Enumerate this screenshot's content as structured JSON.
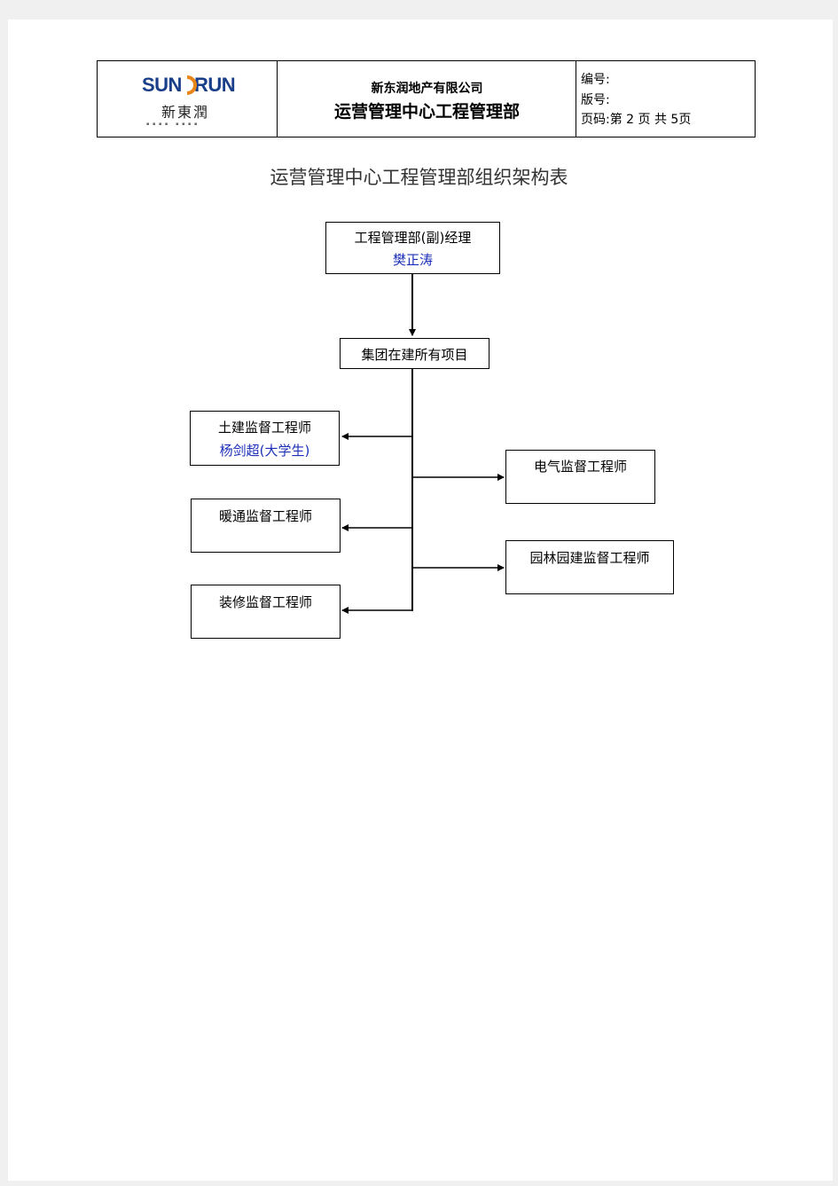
{
  "header": {
    "logo_en": "SUNRUN",
    "logo_cn": "新東潤",
    "company": "新东润地产有限公司",
    "department": "运营管理中心工程管理部",
    "code_label": "编号:",
    "version_label": "版号:",
    "page_label": "页码:第 2 页 共 5页"
  },
  "title": "运营管理中心工程管理部组织架构表",
  "org": {
    "manager": {
      "role": "工程管理部(副)经理",
      "name": "樊正涛"
    },
    "projects": "集团在建所有项目",
    "civil": {
      "role": "土建监督工程师",
      "name": "杨剑超(大学生)"
    },
    "hvac": {
      "role": "暖通监督工程师"
    },
    "decoration": {
      "role": "装修监督工程师"
    },
    "electrical": {
      "role": "电气监督工程师"
    },
    "landscape": {
      "role": "园林园建监督工程师"
    }
  },
  "colors": {
    "name_text": "#1c2fb8",
    "logo_blue": "#1a3f8a",
    "logo_orange": "#e8861a"
  }
}
